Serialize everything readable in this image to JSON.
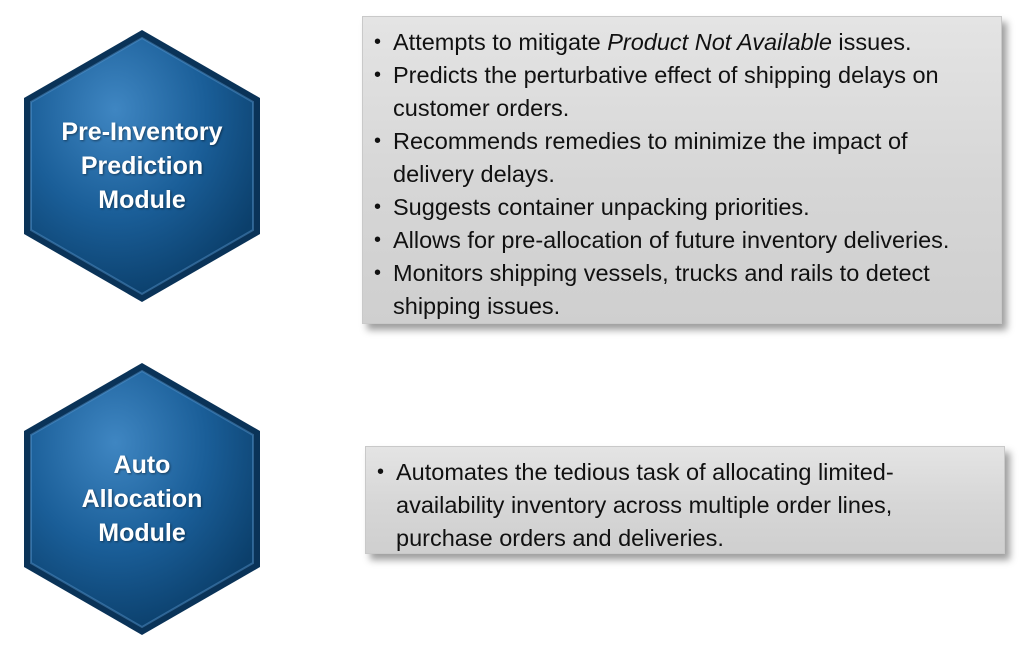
{
  "colors": {
    "hex_dark": "#0b3f6b",
    "hex_mid": "#1a5e98",
    "hex_light": "#3f86c2",
    "box_background": "#d9d9d9",
    "label_text": "#ffffff",
    "body_text": "#111111"
  },
  "modules": [
    {
      "title_lines": [
        "Pre-Inventory",
        "Prediction",
        "Module"
      ],
      "bullets": [
        {
          "before": "Attempts to mitigate ",
          "italic": "Product Not Available",
          "after": " issues."
        },
        {
          "text": "Predicts the perturbative effect of shipping delays on customer orders."
        },
        {
          "text": "Recommends remedies to minimize the impact of delivery delays."
        },
        {
          "text": "Suggests container unpacking priorities."
        },
        {
          "text": "Allows for pre-allocation of future inventory deliveries."
        },
        {
          "text": "Monitors shipping vessels, trucks and rails to detect shipping issues."
        }
      ]
    },
    {
      "title_lines": [
        "Auto",
        "Allocation",
        "Module"
      ],
      "bullets": [
        {
          "text": "Automates the tedious task of allocating limited-availability inventory across multiple order lines, purchase orders and deliveries."
        }
      ]
    }
  ]
}
